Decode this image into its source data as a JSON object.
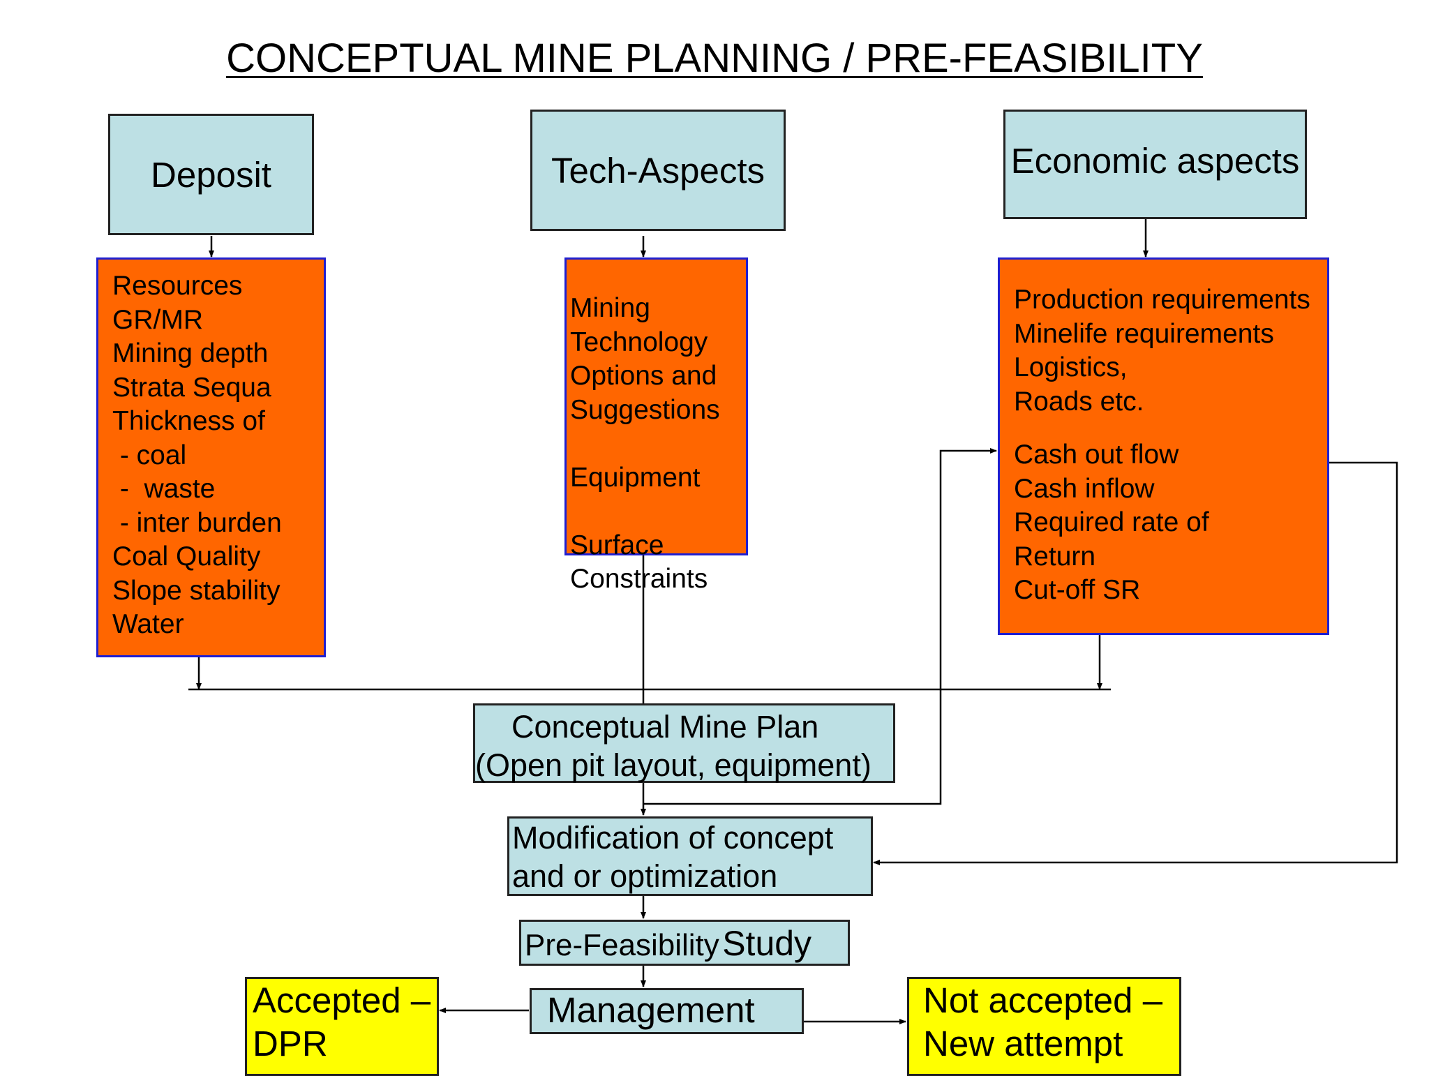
{
  "title": "CONCEPTUAL MINE PLANNING / PRE-FEASIBILITY",
  "colors": {
    "teal": "#bde0e4",
    "orange": "#ff6600",
    "yellow": "#ffff00",
    "orange_border": "#1f1fd0"
  },
  "headers": {
    "deposit": "Deposit",
    "tech": "Tech-Aspects",
    "economic": "Economic aspects"
  },
  "deposit_items": [
    "Resources",
    "GR/MR",
    "Mining depth",
    "Strata Sequa",
    "Thickness of",
    " - coal",
    " -  waste",
    " - inter burden",
    "Coal Quality",
    "Slope stability",
    "Water"
  ],
  "tech_items": [
    "Mining",
    "Technology",
    "Options and",
    "Suggestions",
    "",
    "Equipment",
    "",
    "Surface",
    "Constraints"
  ],
  "economic_items": [
    "Production requirements",
    "Minelife requirements",
    "Logistics,",
    "Roads etc.",
    "",
    "Cash out flow",
    "Cash inflow",
    "Required rate of",
    "Return",
    "Cut-off SR"
  ],
  "concept_plan": {
    "line1": "Conceptual Mine Plan",
    "line2": "(Open pit layout, equipment)"
  },
  "modification": {
    "line1": "Modification of concept",
    "line2": "and or optimization"
  },
  "prefeasibility": {
    "part1": "Pre-Feasibility",
    "part2": "Study"
  },
  "management": "Management",
  "accepted": {
    "line1": "Accepted –",
    "line2": "DPR"
  },
  "not_accepted": {
    "line1": "Not accepted –",
    "line2": "New attempt"
  }
}
